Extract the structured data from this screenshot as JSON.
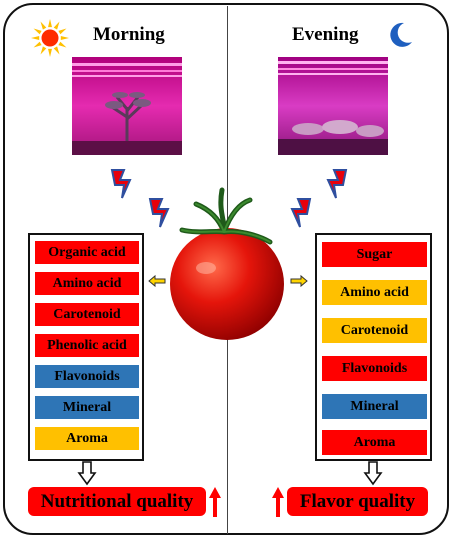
{
  "colors": {
    "red_item": "#ff0000",
    "blue_item": "#2e75b6",
    "gold_item": "#ffc000",
    "lightning": "#e8000b",
    "lightning_outline": "#2f4f9f",
    "sun": "#ff2b00",
    "sun_rays": "#ffc000",
    "moon": "#1f5fbf",
    "arrow_yellow": "#ffd400"
  },
  "morning": {
    "title": "Morning",
    "items": [
      {
        "label": "Organic acid",
        "color": "red"
      },
      {
        "label": "Amino acid",
        "color": "red"
      },
      {
        "label": "Carotenoid",
        "color": "red"
      },
      {
        "label": "Phenolic acid",
        "color": "red"
      },
      {
        "label": "Flavonoids",
        "color": "blue"
      },
      {
        "label": "Mineral",
        "color": "blue"
      },
      {
        "label": "Aroma",
        "color": "gold"
      }
    ],
    "quality": "Nutritional quality"
  },
  "evening": {
    "title": "Evening",
    "items": [
      {
        "label": "Sugar",
        "color": "red"
      },
      {
        "label": "Amino acid",
        "color": "gold"
      },
      {
        "label": "Carotenoid",
        "color": "gold"
      },
      {
        "label": "Flavonoids",
        "color": "red"
      },
      {
        "label": "Mineral",
        "color": "blue"
      },
      {
        "label": "Aroma",
        "color": "red"
      }
    ],
    "quality": "Flavor quality"
  },
  "icons": {
    "sun": "sun-icon",
    "moon": "crescent-moon-icon",
    "lightning": "lightning-bolt-icon",
    "tomato": "tomato-icon",
    "up_arrow": "up-arrow-icon",
    "down_arrow": "down-arrow-icon"
  }
}
